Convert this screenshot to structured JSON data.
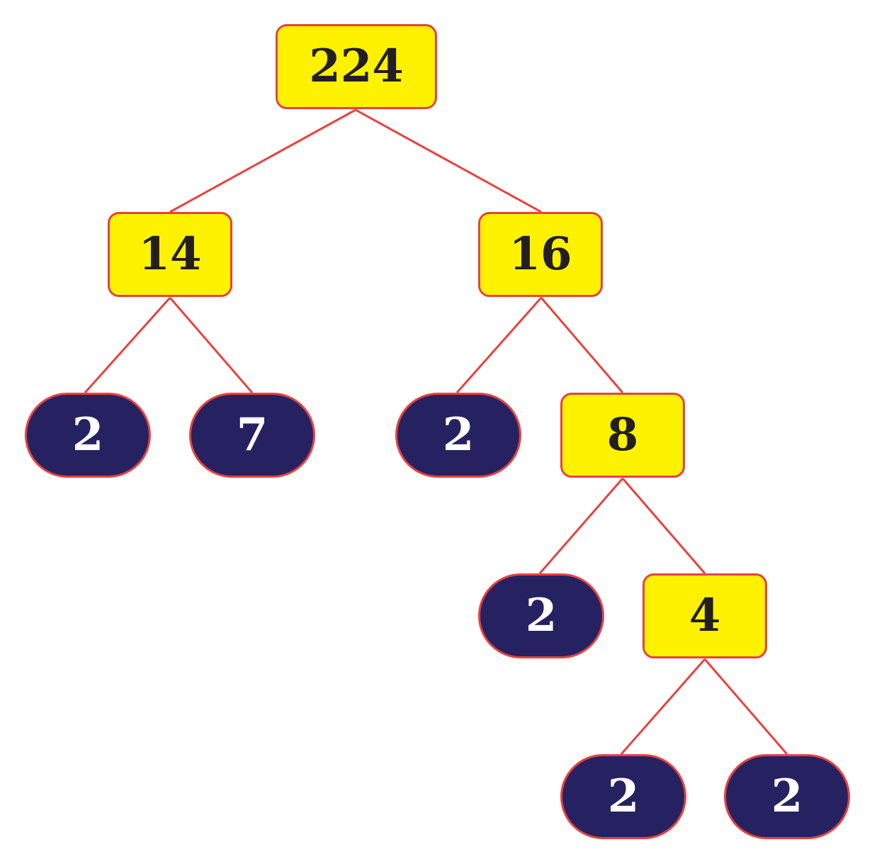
{
  "tree": {
    "root": "224",
    "nodes": [
      {
        "id": "n224",
        "value": "224",
        "kind": "composite"
      },
      {
        "id": "n14",
        "value": "14",
        "kind": "composite"
      },
      {
        "id": "n16",
        "value": "16",
        "kind": "composite"
      },
      {
        "id": "n2a",
        "value": "2",
        "kind": "prime"
      },
      {
        "id": "n7",
        "value": "7",
        "kind": "prime"
      },
      {
        "id": "n2b",
        "value": "2",
        "kind": "prime"
      },
      {
        "id": "n8",
        "value": "8",
        "kind": "composite"
      },
      {
        "id": "n2c",
        "value": "2",
        "kind": "prime"
      },
      {
        "id": "n4",
        "value": "4",
        "kind": "composite"
      },
      {
        "id": "n2d",
        "value": "2",
        "kind": "prime"
      },
      {
        "id": "n2e",
        "value": "2",
        "kind": "prime"
      }
    ],
    "edges": [
      [
        "n224",
        "n14"
      ],
      [
        "n224",
        "n16"
      ],
      [
        "n14",
        "n2a"
      ],
      [
        "n14",
        "n7"
      ],
      [
        "n16",
        "n2b"
      ],
      [
        "n16",
        "n8"
      ],
      [
        "n8",
        "n2c"
      ],
      [
        "n8",
        "n4"
      ],
      [
        "n4",
        "n2d"
      ],
      [
        "n4",
        "n2e"
      ]
    ]
  },
  "colors": {
    "composite_fill": "#fff200",
    "prime_fill": "#262262",
    "border": "#e8423f",
    "edge": "#e8423f",
    "composite_text": "#231f20",
    "prime_text": "#ffffff"
  }
}
